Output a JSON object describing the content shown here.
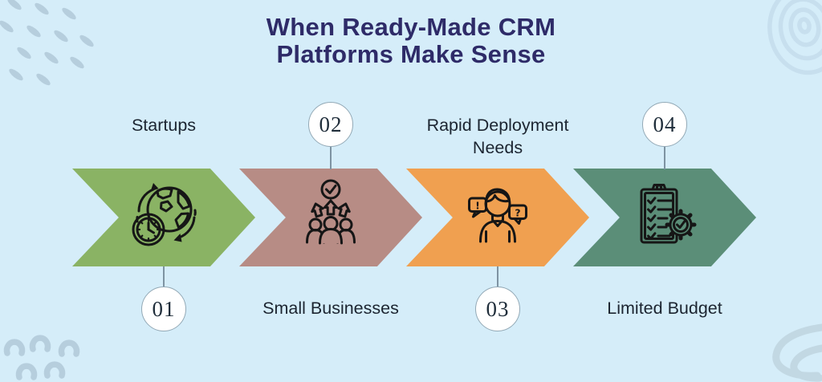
{
  "title": {
    "line1": "When Ready-Made CRM",
    "line2": "Platforms Make Sense",
    "color": "#2e2b68"
  },
  "background_color": "#d5edf9",
  "steps": [
    {
      "number": "01",
      "label": "Startups",
      "arrow_color": "#8ab364",
      "icon": "globe-clock-icon"
    },
    {
      "number": "02",
      "label": "Small Businesses",
      "arrow_color": "#b78c85",
      "icon": "team-growth-icon"
    },
    {
      "number": "03",
      "label": "Rapid Deployment Needs",
      "arrow_color": "#f0a050",
      "icon": "customer-queries-icon"
    },
    {
      "number": "04",
      "label": "Limited Budget",
      "arrow_color": "#5b8e78",
      "icon": "checklist-gear-icon"
    }
  ]
}
